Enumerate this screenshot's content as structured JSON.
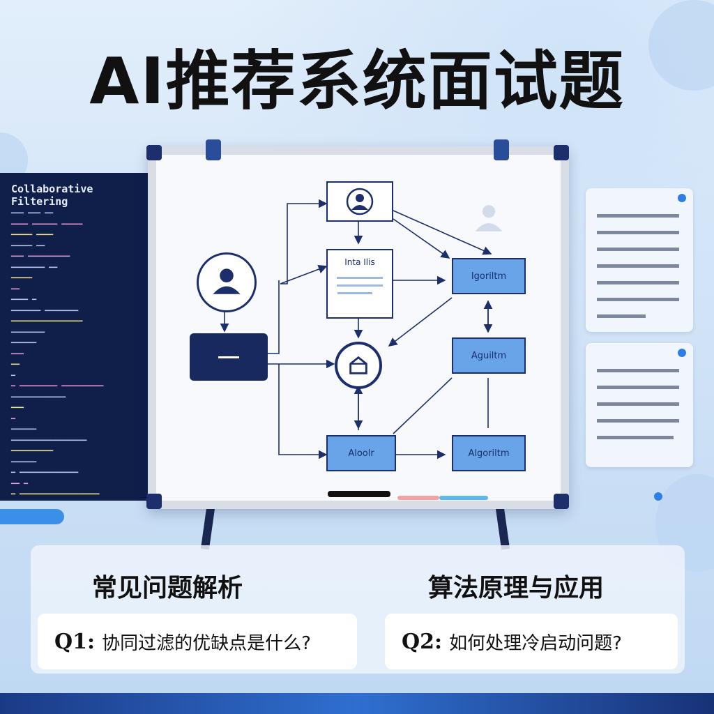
{
  "title": "AI推荐系统面试题",
  "code_panel": {
    "title": "Collaborative Filtering"
  },
  "diagram": {
    "node_labels": {
      "top_box": "",
      "middle_doc": "Inta Ilis",
      "right_upper": "Igoriltm",
      "right_middle": "Aguiltm",
      "bottom_left": "Aloolr",
      "bottom_right": "Algoriltm"
    },
    "icons": {
      "user": "user-icon",
      "home": "home-icon",
      "faded_user": "user-icon"
    }
  },
  "sections": {
    "left_heading": "常见问题解析",
    "right_heading": "算法原理与应用",
    "q1_label": "Q1:",
    "q1_text": "协同过滤的优缺点是什么?",
    "q2_label": "Q2:",
    "q2_text": "如何处理冷启动问题?"
  },
  "colors": {
    "accent_blue": "#2f7ee6",
    "navy": "#1c2e6b",
    "node_blue": "#6aa4e8",
    "code_bg": "#0f1f4a"
  }
}
